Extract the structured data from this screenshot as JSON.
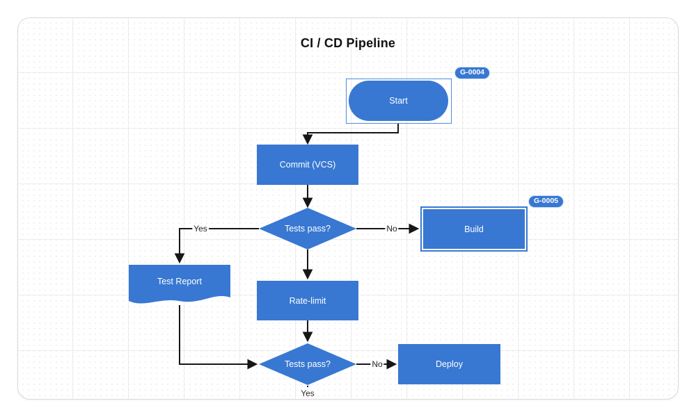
{
  "title": "CI / CD Pipeline",
  "colors": {
    "node_fill": "#3878D2",
    "selection_outline": "#4C8FE0",
    "edge": "#161616",
    "badge_bg": "#3878D2",
    "badge_text": "#FFFFFF"
  },
  "nodes": {
    "start": {
      "label": "Start",
      "type": "terminator",
      "badge": "G-0004"
    },
    "commit": {
      "label": "Commit (VCS)",
      "type": "process"
    },
    "decision1": {
      "label": "Tests pass?",
      "type": "decision"
    },
    "build": {
      "label": "Build",
      "type": "process",
      "badge": "G-0005"
    },
    "test_report": {
      "label": "Test Report",
      "type": "document"
    },
    "rate_limit": {
      "label": "Rate-limit",
      "type": "process"
    },
    "decision2": {
      "label": "Tests pass?",
      "type": "decision"
    },
    "deploy": {
      "label": "Deploy",
      "type": "process"
    }
  },
  "edge_labels": {
    "decision1_yes": "Yes",
    "decision1_no": "No",
    "decision2_no": "No",
    "decision2_yes": "Yes"
  }
}
